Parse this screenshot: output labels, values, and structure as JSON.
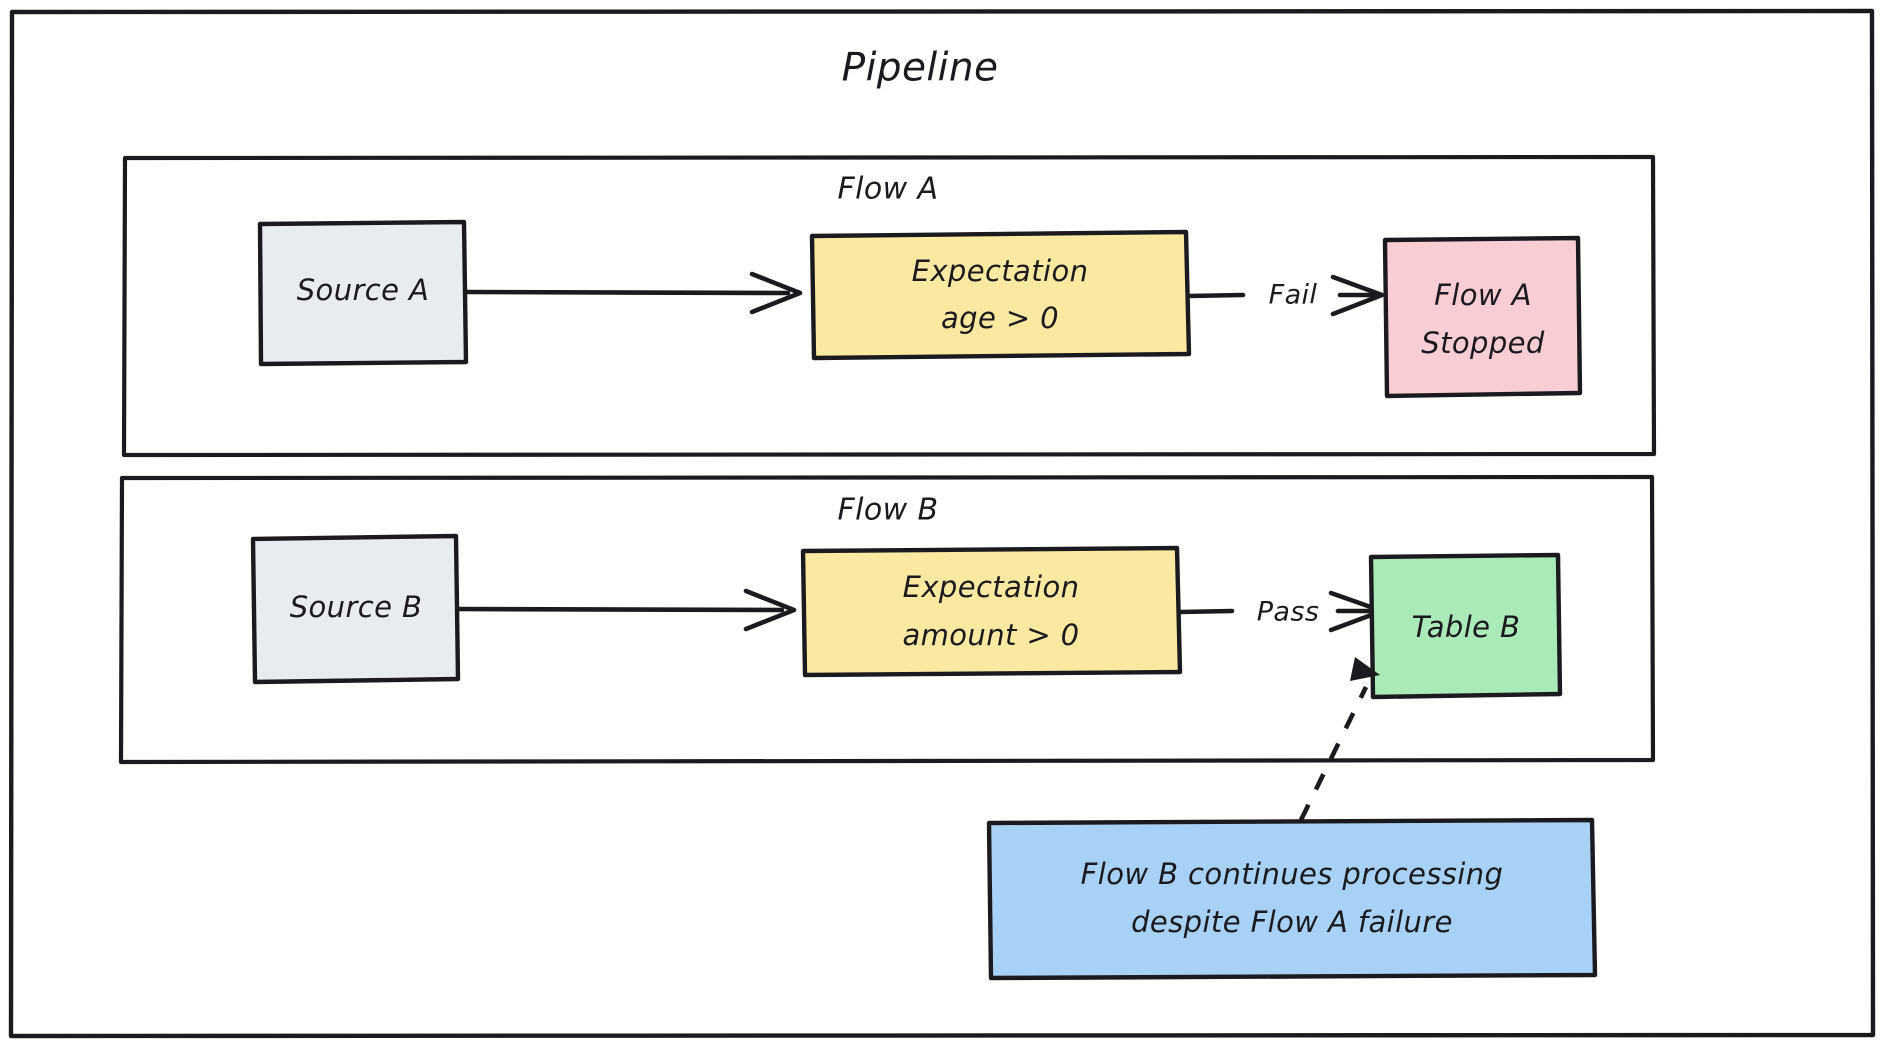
{
  "diagram": {
    "title": "Pipeline",
    "type": "flowchart",
    "groups": [
      {
        "id": "flow-a",
        "title": "Flow A",
        "nodes": [
          {
            "id": "source-a",
            "label": "Source A",
            "shape": "rect",
            "color": "#e8ecf0"
          },
          {
            "id": "expectation-a",
            "label_line1": "Expectation",
            "label_line2": "age > 0",
            "shape": "rect",
            "color": "#fae9a0"
          },
          {
            "id": "flow-a-stopped",
            "label_line1": "Flow A",
            "label_line2": "Stopped",
            "shape": "rect",
            "color": "#f8cdd3"
          }
        ],
        "edges": [
          {
            "from": "source-a",
            "to": "expectation-a",
            "label": "",
            "style": "solid"
          },
          {
            "from": "expectation-a",
            "to": "flow-a-stopped",
            "label": "Fail",
            "style": "solid"
          }
        ]
      },
      {
        "id": "flow-b",
        "title": "Flow B",
        "nodes": [
          {
            "id": "source-b",
            "label": "Source B",
            "shape": "rect",
            "color": "#e8ecf0"
          },
          {
            "id": "expectation-b",
            "label_line1": "Expectation",
            "label_line2": "amount > 0",
            "shape": "rect",
            "color": "#fae9a0"
          },
          {
            "id": "table-b",
            "label": "Table B",
            "shape": "rect",
            "color": "#aae9b8"
          }
        ],
        "edges": [
          {
            "from": "source-b",
            "to": "expectation-b",
            "label": "",
            "style": "solid"
          },
          {
            "from": "expectation-b",
            "to": "table-b",
            "label": "Pass",
            "style": "solid"
          }
        ]
      }
    ],
    "notes": [
      {
        "id": "note-flow-b",
        "line1": "Flow B continues processing",
        "line2": "despite Flow A failure",
        "color": "#a8d2f5",
        "attaches_to": "table-b",
        "style": "dashed"
      }
    ],
    "colors": {
      "stroke": "#1b1b1f",
      "background": "#ffffff",
      "source": "#e8ecf0",
      "expectation": "#fae9a0",
      "stopped": "#f8cdd3",
      "table": "#aae9b8",
      "note": "#a8d2f5"
    }
  }
}
